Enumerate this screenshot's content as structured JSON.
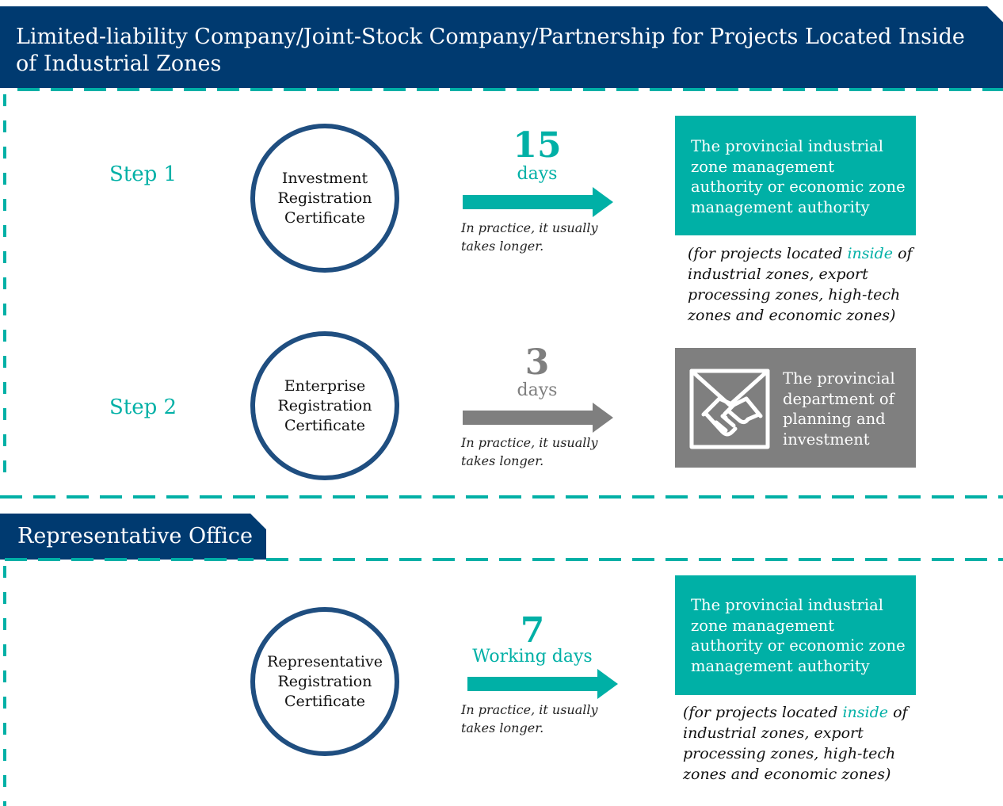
{
  "section1": {
    "title": "Limited-liability Company/Joint-Stock Company/Partnership for Projects Located Inside of Industrial Zones",
    "steps": [
      {
        "label": "Step 1",
        "certificate": "Investment Registration Certificate",
        "duration_number": "15",
        "duration_unit": "days",
        "practice_note": "In practice, it usually takes longer.",
        "authority": "The provincial industrial zone management authority or economic zone management authority",
        "scope_note_pre": "(for projects located ",
        "scope_note_highlight": "inside",
        "scope_note_post": " of industrial zones, export processing zones, high-tech zones and economic zones)"
      },
      {
        "label": "Step 2",
        "certificate": "Enterprise Registration Certificate",
        "duration_number": "3",
        "duration_unit": "days",
        "practice_note": "In practice, it usually takes longer.",
        "authority": "The provincial department of planning and investment"
      }
    ]
  },
  "section2": {
    "title": "Representative Office",
    "certificate": "Representative Registration Certificate",
    "duration_number": "7",
    "duration_unit": "Working days",
    "practice_note": "In practice, it usually takes longer.",
    "authority": "The provincial industrial zone management authority or economic zone management authority",
    "scope_note_pre": "(for projects located ",
    "scope_note_highlight": "inside",
    "scope_note_post": " of industrial zones, export processing zones, high-tech zones and economic zones)"
  },
  "colors": {
    "navy": "#003a70",
    "teal": "#00b0a6",
    "grey": "#7f7f7f",
    "circle_border": "#1f4e80"
  },
  "icons": {
    "handshake": "handshake-icon"
  }
}
